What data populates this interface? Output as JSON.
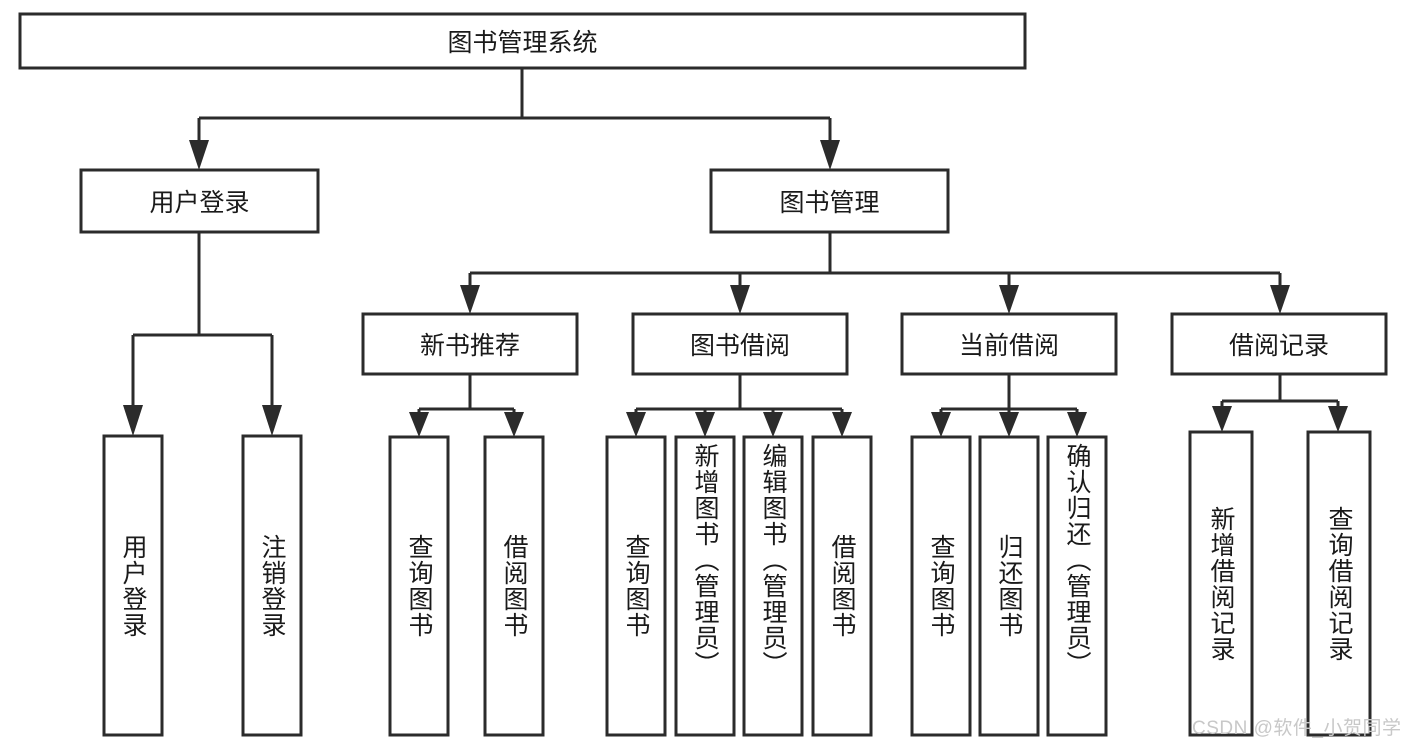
{
  "diagram": {
    "type": "hierarchy-tree",
    "title": "图书管理系统",
    "colors": {
      "box_stroke": "#2b2b2b",
      "box_fill": "#ffffff",
      "connector": "#2b2b2b",
      "text": "#1a1a1a",
      "watermark": "#c8c8c8",
      "background": "#ffffff"
    },
    "root": {
      "label": "图书管理系统"
    },
    "level2": [
      {
        "label": "用户登录"
      },
      {
        "label": "图书管理"
      }
    ],
    "level3": [
      {
        "label": "新书推荐"
      },
      {
        "label": "图书借阅"
      },
      {
        "label": "当前借阅"
      },
      {
        "label": "借阅记录"
      }
    ],
    "leaves": {
      "user_login": [
        {
          "label": "用户登录"
        },
        {
          "label": "注销登录"
        }
      ],
      "new_book_recommend": [
        {
          "label": "查询图书"
        },
        {
          "label": "借阅图书"
        }
      ],
      "book_borrow": [
        {
          "label": "查询图书"
        },
        {
          "label": "新增图书（管理员）"
        },
        {
          "label": "编辑图书（管理员）"
        },
        {
          "label": "借阅图书"
        }
      ],
      "current_borrow": [
        {
          "label": "查询图书"
        },
        {
          "label": "归还图书"
        },
        {
          "label": "确认归还（管理员）"
        }
      ],
      "borrow_record": [
        {
          "label": "新增借阅记录"
        },
        {
          "label": "查询借阅记录"
        }
      ]
    }
  },
  "watermark": {
    "text": "CSDN @软件_小贺同学"
  }
}
